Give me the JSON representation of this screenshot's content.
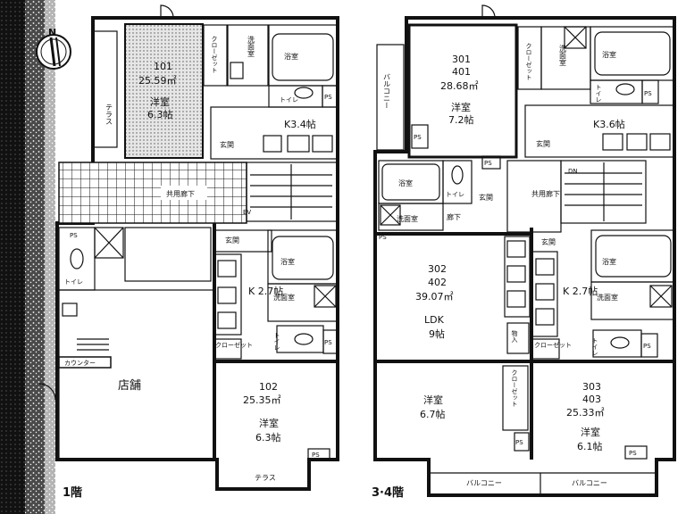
{
  "compass": {
    "letter": "N"
  },
  "floor1": {
    "floor_label": "1階",
    "unit101": {
      "number": "101",
      "area": "25.59㎡",
      "room": "洋室",
      "size": "6.3帖"
    },
    "unit102": {
      "number": "102",
      "area": "25.35㎡",
      "room": "洋室",
      "size": "6.3帖"
    },
    "terrace_left": "テラス",
    "terrace_bottom": "テラス",
    "closet_101": "クローゼット",
    "closet_102": "クローゼット",
    "washroom": "洗面室",
    "bath": "浴室",
    "toilet": "トイレ",
    "ps": "PS",
    "kitchen_101": "K3.4帖",
    "kitchen_102": "K 2.7帖",
    "entrance": "玄関",
    "corridor": "共用廊下",
    "ev": "EV",
    "shop": "店舗",
    "counter": "カウンター"
  },
  "floor34": {
    "floor_label": "3·4階",
    "unit301": {
      "number": "301",
      "number2": "401",
      "area": "28.68㎡",
      "room": "洋室",
      "size": "7.2帖"
    },
    "unit302": {
      "number": "302",
      "number2": "402",
      "area": "39.07㎡",
      "room": "LDK",
      "size": "9帖",
      "room2": "洋室",
      "size2": "6.7帖"
    },
    "unit303": {
      "number": "303",
      "number2": "403",
      "area": "25.33㎡",
      "room": "洋室",
      "size": "6.1帖"
    },
    "balcony": "バルコニー",
    "closet": "クローゼット",
    "washroom": "洗面室",
    "bath": "浴室",
    "toilet": "トイレ",
    "ps": "PS",
    "kitchen_301": "K3.6帖",
    "kitchen_303": "K 2.7帖",
    "entrance": "玄関",
    "corridor": "共用廊下",
    "hallway": "廊下",
    "storage": "物入",
    "dn": "DN"
  }
}
